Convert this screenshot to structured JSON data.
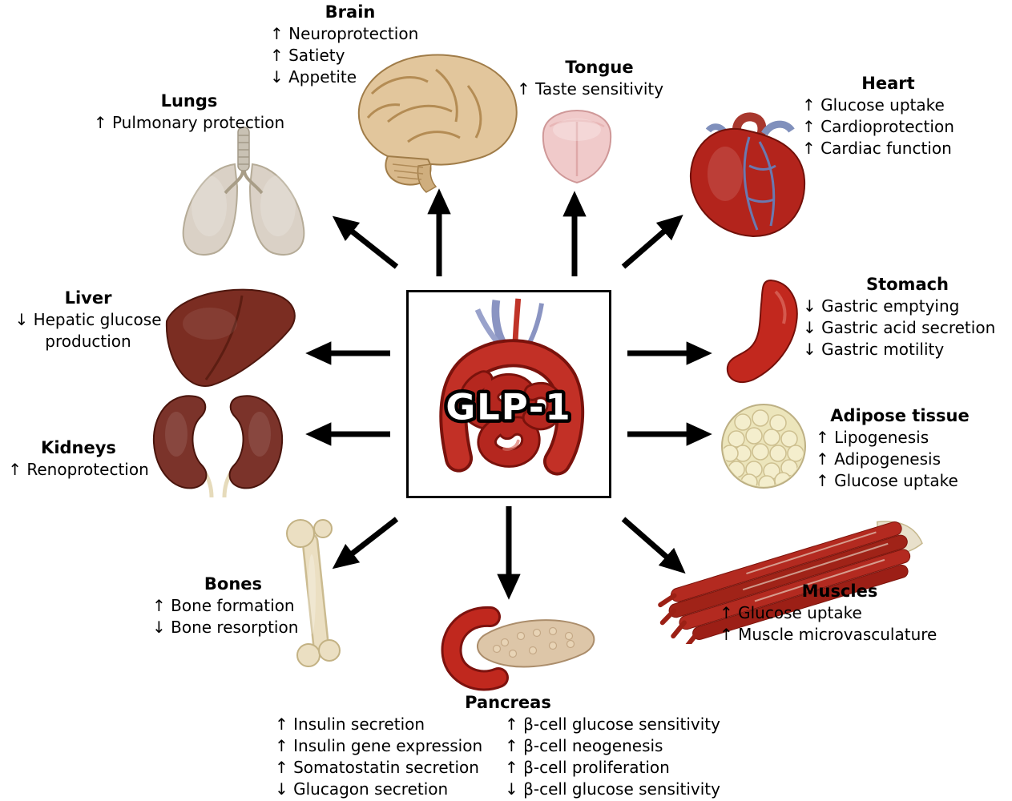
{
  "center": {
    "label": "GLP-1"
  },
  "organs": [
    {
      "id": "lungs",
      "name": "Lungs",
      "effects": [
        "↑ Pulmonary protection"
      ]
    },
    {
      "id": "brain",
      "name": "Brain",
      "effects": [
        "↑ Neuroprotection",
        "↑ Satiety",
        "↓ Appetite"
      ]
    },
    {
      "id": "tongue",
      "name": "Tongue",
      "effects": [
        "↑ Taste sensitivity"
      ]
    },
    {
      "id": "heart",
      "name": "Heart",
      "effects": [
        "↑ Glucose uptake",
        "↑ Cardioprotection",
        "↑ Cardiac function"
      ]
    },
    {
      "id": "liver",
      "name": "Liver",
      "effects": [
        "↓ Hepatic glucose production"
      ]
    },
    {
      "id": "kidneys",
      "name": "Kidneys",
      "effects": [
        "↑ Renoprotection"
      ]
    },
    {
      "id": "stomach",
      "name": "Stomach",
      "effects": [
        "↓ Gastric emptying",
        "↓ Gastric acid secretion",
        "↓ Gastric motility"
      ]
    },
    {
      "id": "adipose",
      "name": "Adipose tissue",
      "effects": [
        "↑ Lipogenesis",
        "↑ Adipogenesis",
        "↑ Glucose uptake"
      ]
    },
    {
      "id": "bones",
      "name": "Bones",
      "effects": [
        "↑ Bone formation",
        "↓ Bone resorption"
      ]
    },
    {
      "id": "pancreas",
      "name": "Pancreas",
      "effects_left": [
        "↑ Insulin secretion",
        "↑ Insulin gene expression",
        "↑ Somatostatin secretion",
        "↓ Glucagon secretion"
      ],
      "effects_right": [
        "↑ β-cell glucose sensitivity",
        "↑ β-cell neogenesis",
        "↑ β-cell proliferation",
        "↓ β-cell glucose sensitivity"
      ]
    },
    {
      "id": "muscles",
      "name": "Muscles",
      "effects": [
        "↑ Glucose uptake",
        "↑ Muscle microvasculature"
      ]
    }
  ],
  "colors": {
    "arrow": "#000000",
    "glp1_fill": "#ffffff",
    "glp1_outline": "#000000",
    "brain": "#e2c69c",
    "lungs": "#d9d0c4",
    "tongue": "#f0caca",
    "heart": "#b3241c",
    "liver": "#7b2d22",
    "kidneys": "#7b332a",
    "stomach": "#c2281e",
    "adipose": "#ece5bb",
    "muscles": "#b32a20",
    "pancreas": "#ddc6a8",
    "duodenum": "#c0281e",
    "bones": "#ebdfc2",
    "intestine": "#c23026"
  }
}
